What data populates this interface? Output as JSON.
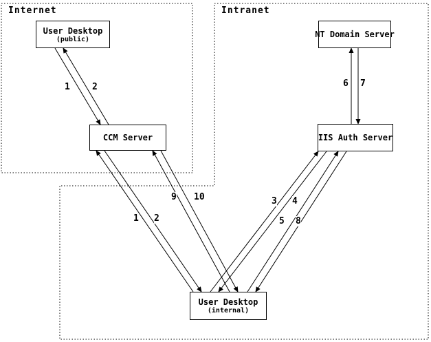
{
  "diagram": {
    "zones": {
      "internet": {
        "label": "Internet"
      },
      "intranet": {
        "label": "Intranet"
      }
    },
    "nodes": {
      "user_desktop_public": {
        "title": "User Desktop",
        "subtitle": "(public)"
      },
      "ccm_server": {
        "title": "CCM Server"
      },
      "nt_domain_server": {
        "title": "NT Domain Server"
      },
      "iis_auth_server": {
        "title": "IIS Auth Server"
      },
      "user_desktop_internal": {
        "title": "User Desktop",
        "subtitle": "(internal)"
      }
    },
    "edge_labels": {
      "public_to_ccm": "1",
      "ccm_to_public": "2",
      "internal_to_ccm": "1",
      "ccm_to_internal": "2",
      "internal_to_iis_a": "3",
      "iis_to_internal_a": "4",
      "internal_to_iis_b": "5",
      "iis_to_nt": "6",
      "nt_to_iis": "7",
      "iis_to_internal_b": "8",
      "internal_to_ccm_b": "9",
      "ccm_to_internal_b": "10"
    },
    "colors": {
      "line": "#000000",
      "background": "#ffffff"
    }
  }
}
